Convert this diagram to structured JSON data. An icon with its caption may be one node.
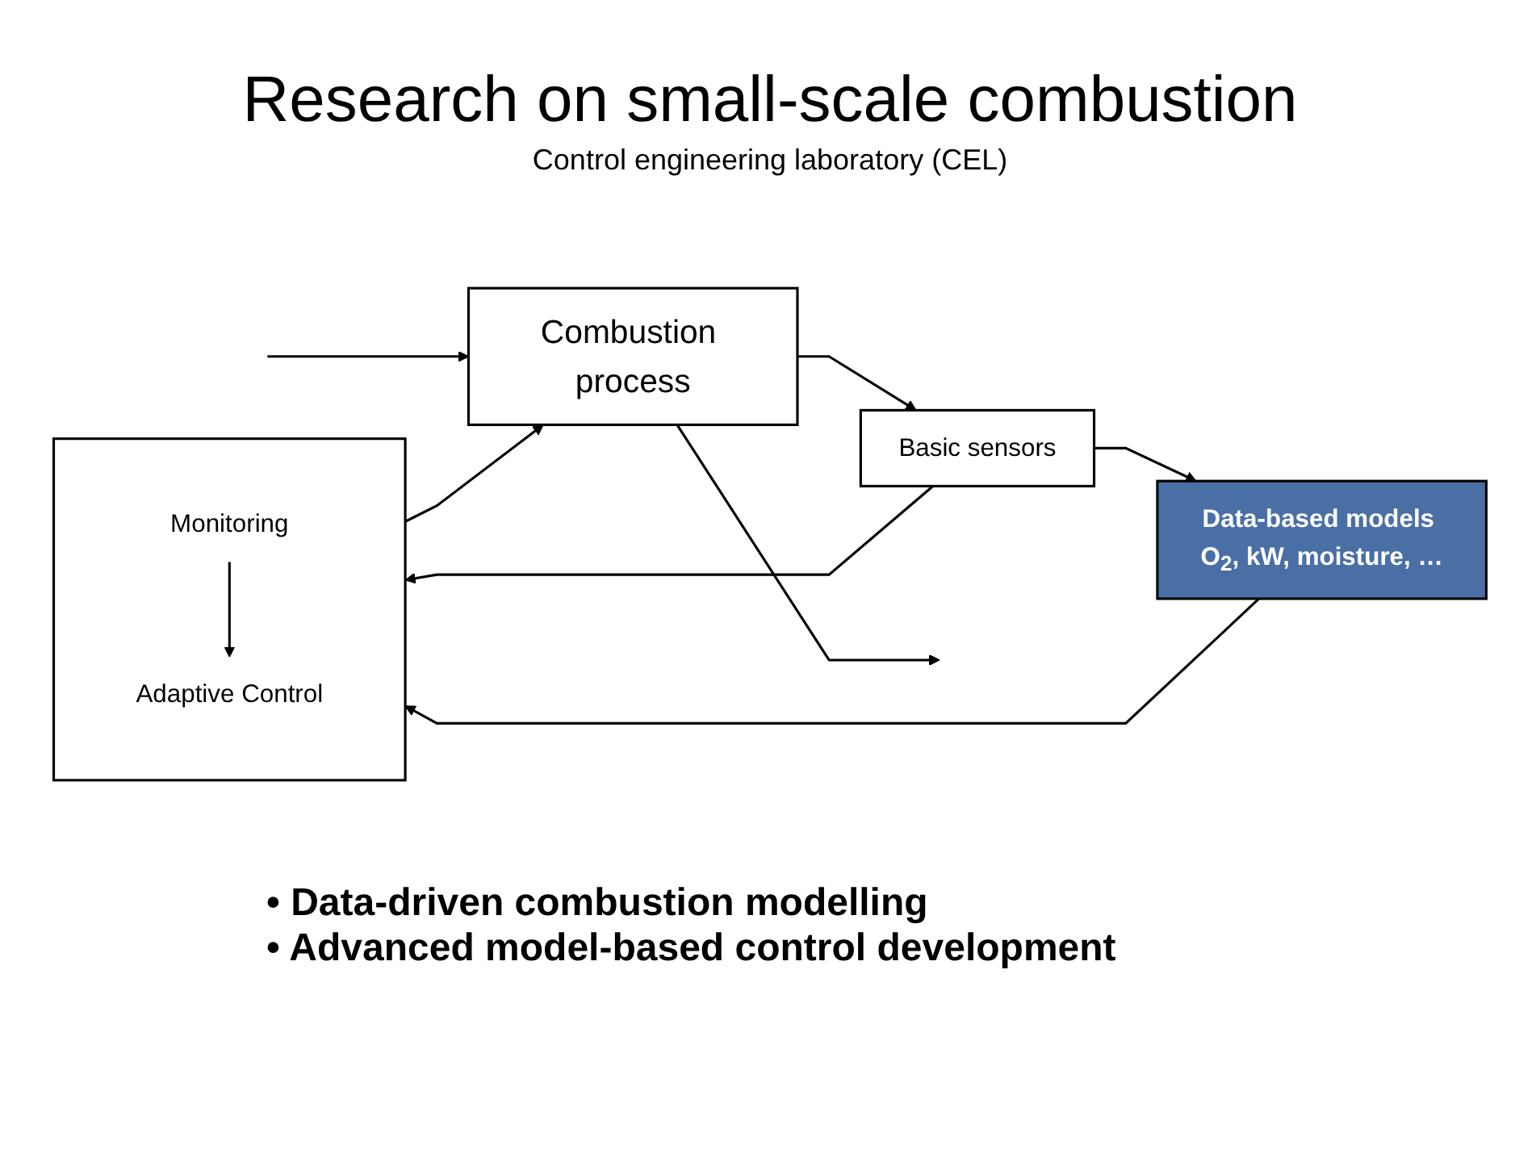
{
  "diagram": {
    "title": "Research on small-scale combustion",
    "nodes": [
      {
        "text": [],
        "shape": "box"
      },
      {
        "text": [
          "Monitoring"
        ],
        "in": 0
      },
      {
        "text": [
          "Adaptive Control"
        ],
        "in": 0
      },
      {
        "text": [
          "Data-based models O$_{2}$, kW, moisture, …"
        ]
      },
      {
        "text": [
          "Basic sensors"
        ]
      },
      {
        "text": [
          "Combustion process"
        ]
      }
    ],
    "edges": [
      {
        "from": 3,
        "to": 0,
        "arrow": "to"
      },
      {
        "from": 1,
        "to": 2,
        "arrow": "to"
      },
      {
        "from": 4,
        "to": 3,
        "arrow": "to"
      },
      {
        "from": 4,
        "to": 0,
        "arrow": "to"
      },
      {
        "from": 0,
        "to": 5,
        "arrow": "to"
      },
      {
        "from": null,
        "to": 5,
        "arrow": "to"
      },
      {
        "from": 5,
        "to": null,
        "arrow": "to"
      },
      {
        "from": 5,
        "to": 4,
        "arrow": "to"
      }
    ],
    "labels": [
      "Control engineering laboratory (CEL)",
      "• Data-driven combustion modelling",
      "• Advanced model-based control development"
    ]
  }
}
